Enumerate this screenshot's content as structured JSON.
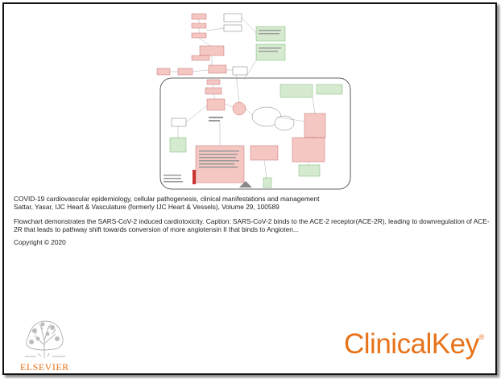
{
  "citation": {
    "title": "COVID-19 cardiovascular epidemiology, cellular pathogenesis, clinical manifestations and management",
    "authors_source": "Sattar, Yasar, IJC Heart & Vasculature (formerly IJC Heart & Vessels), Volume 29, 100589"
  },
  "caption": {
    "text": "Flowchart demonstrates the SARS-CoV-2 induced cardiotoxicity.  Caption: SARS-CoV-2 binds to the ACE-2 receptor(ACE-2R), leading to downregulation of ACE-2R that leads to pathway shift towards conversion of more angiotensin II that binds to Angioten..."
  },
  "copyright": "Copyright ©  2020",
  "logos": {
    "publisher": "ELSEVIER",
    "product": "ClinicalKey",
    "product_mark": "®"
  },
  "colors": {
    "brand_orange": "#e8731a",
    "pink_box": "#f4c7c3",
    "green_box": "#d6ead0"
  }
}
